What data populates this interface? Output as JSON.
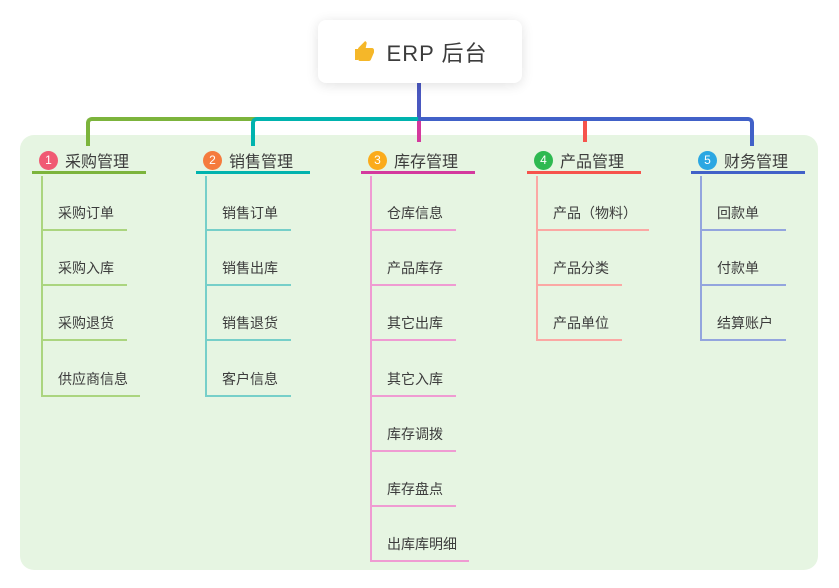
{
  "root": {
    "label": "ERP 后台",
    "icon": "thumbs-up-icon",
    "icon_color": "#f5b729",
    "line_color": "#4a58c0"
  },
  "canvas": {
    "background": "#ffffff",
    "panel_background": "#e6f5e2",
    "text_color": "#3c3c3c"
  },
  "branches": [
    {
      "badge": "1",
      "label": "采购管理",
      "badge_color": "#f05a73",
      "line_color": "#7cb43c",
      "light_color": "#abd57f",
      "children": [
        "采购订单",
        "采购入库",
        "采购退货",
        "供应商信息"
      ]
    },
    {
      "badge": "2",
      "label": "销售管理",
      "badge_color": "#f57b3d",
      "line_color": "#00b3ae",
      "light_color": "#76cfc9",
      "children": [
        "销售订单",
        "销售出库",
        "销售退货",
        "客户信息"
      ]
    },
    {
      "badge": "3",
      "label": "库存管理",
      "badge_color": "#fbab1b",
      "line_color": "#d4399e",
      "light_color": "#ef9bd2",
      "children": [
        "仓库信息",
        "产品库存",
        "其它出库",
        "其它入库",
        "库存调拨",
        "库存盘点",
        "出库库明细"
      ]
    },
    {
      "badge": "4",
      "label": "产品管理",
      "badge_color": "#2eb951",
      "line_color": "#f6534c",
      "light_color": "#fba8a4",
      "children": [
        "产品（物料）",
        "产品分类",
        "产品单位"
      ]
    },
    {
      "badge": "5",
      "label": "财务管理",
      "badge_color": "#2ba7e2",
      "line_color": "#4161c8",
      "light_color": "#93a5de",
      "children": [
        "回款单",
        "付款单",
        "结算账户"
      ]
    }
  ]
}
